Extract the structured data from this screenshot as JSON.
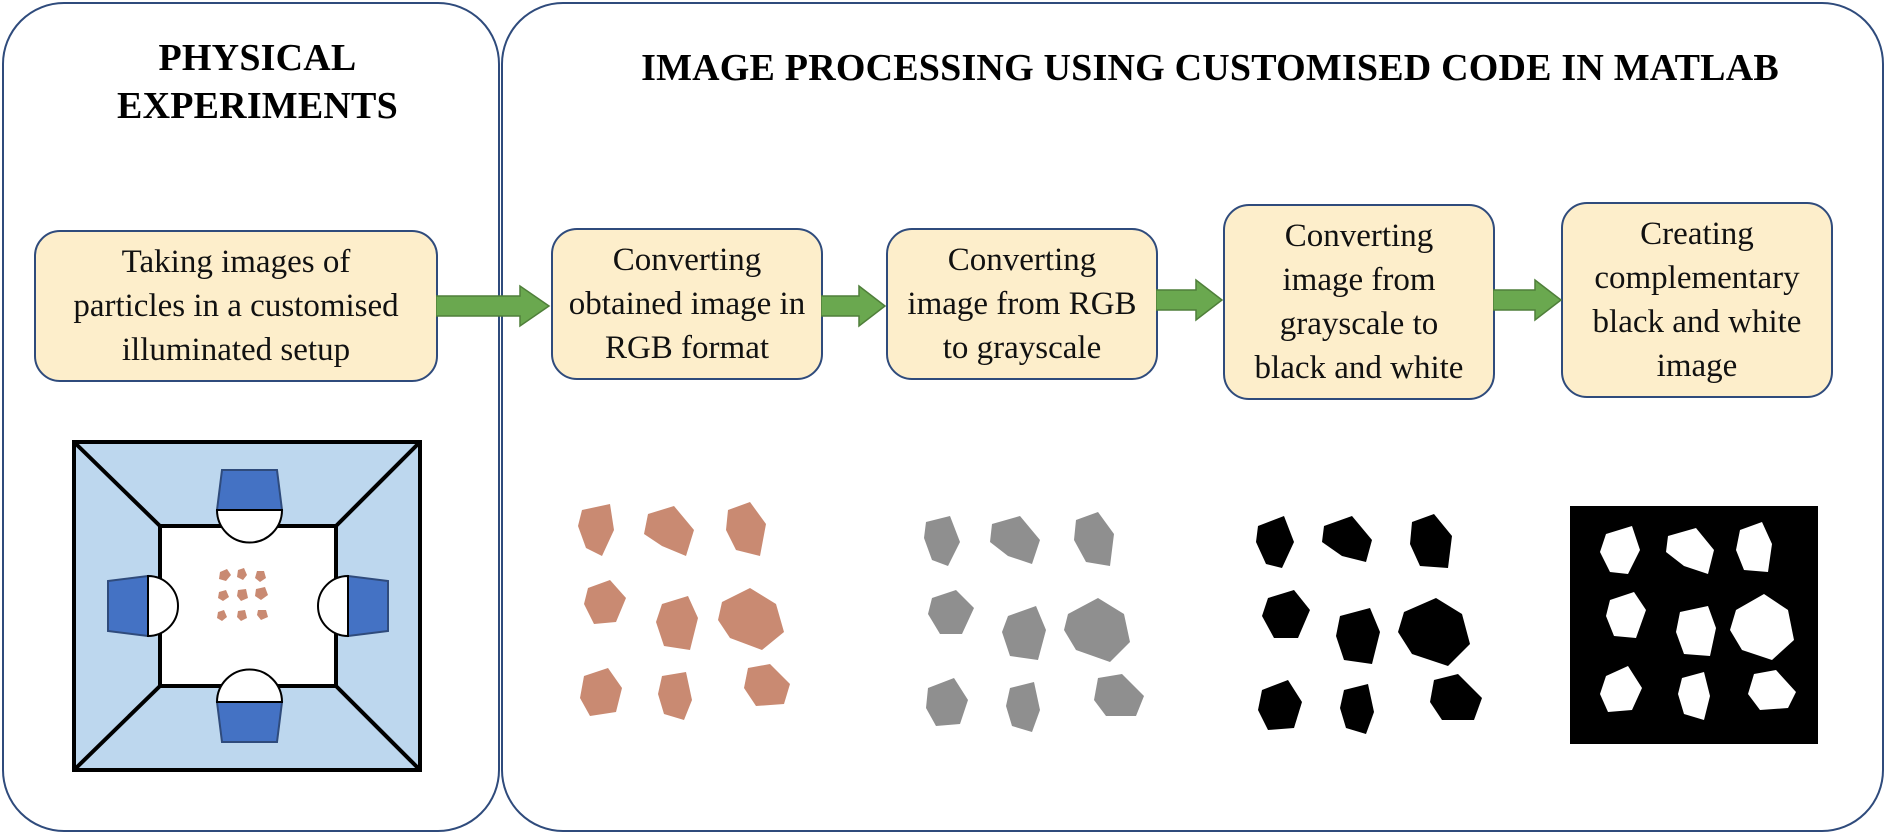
{
  "panels": {
    "left_title": "PHYSICAL\nEXPERIMENTS",
    "right_title": "IMAGE PROCESSING USING CUSTOMISED CODE IN MATLAB"
  },
  "steps": [
    {
      "label": "Taking images of\nparticles in a customised\nilluminated setup"
    },
    {
      "label": "Converting\nobtained image in\nRGB format"
    },
    {
      "label": "Converting\nimage from RGB\nto grayscale"
    },
    {
      "label": "Converting\nimage from\ngrayscale to\nblack and white"
    },
    {
      "label": "Creating\ncomplementary\nblack and white\nimage"
    }
  ],
  "colors": {
    "panel_border": "#2f4b7c",
    "step_fill": "#fdeecb",
    "arrow_green": "#6aa84f",
    "lightbox_blue": "#bdd7ee",
    "lamp_blue": "#4472c4",
    "particle_rgb": "#c98a72",
    "particle_gray": "#8f8f8f"
  },
  "icons": [
    "lightbox-setup-icon",
    "right-arrow-icon",
    "particle-image-icon"
  ]
}
